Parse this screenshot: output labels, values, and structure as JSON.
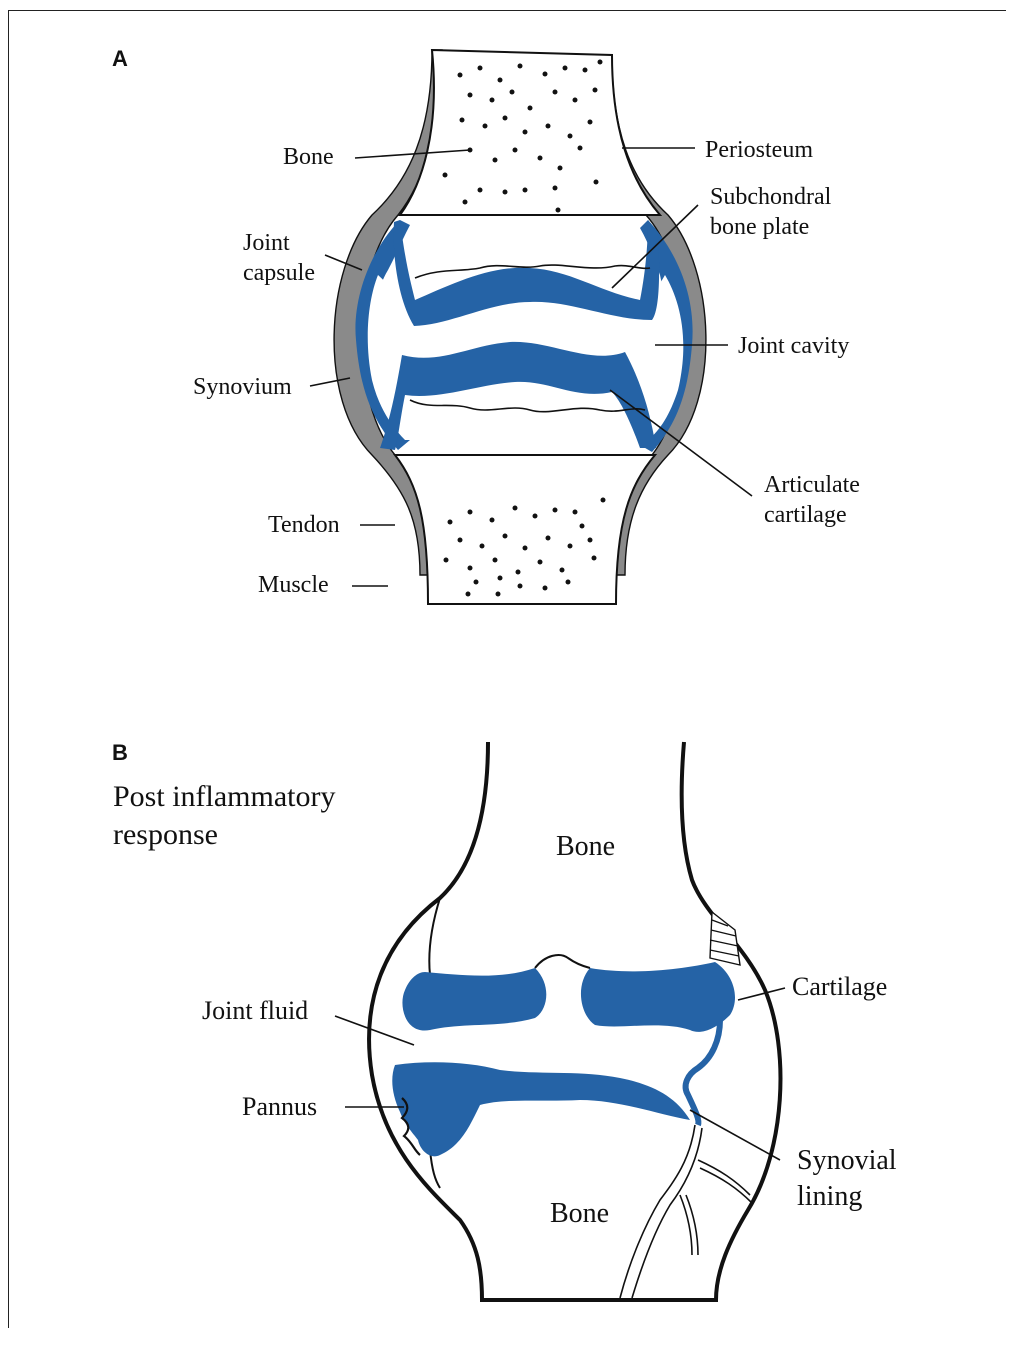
{
  "panel_a": {
    "label": "A",
    "labels": {
      "bone": "Bone",
      "periosteum": "Periosteum",
      "subchondral_1": "Subchondral",
      "subchondral_2": "bone plate",
      "joint_capsule_1": "Joint",
      "joint_capsule_2": "capsule",
      "joint_cavity": "Joint cavity",
      "synovium": "Synovium",
      "articulate_1": "Articulate",
      "articulate_2": "cartilage",
      "tendon": "Tendon",
      "muscle": "Muscle"
    }
  },
  "panel_b": {
    "label": "B",
    "title_1": "Post inflammatory",
    "title_2": "response",
    "labels": {
      "bone_top": "Bone",
      "bone_bottom": "Bone",
      "joint_fluid": "Joint fluid",
      "cartilage": "Cartilage",
      "pannus": "Pannus",
      "synovial_1": "Synovial",
      "synovial_2": "lining"
    }
  },
  "colors": {
    "cartilage_blue": "#2563a6",
    "capsule_gray": "#8a8a8a",
    "outline": "#111111"
  }
}
